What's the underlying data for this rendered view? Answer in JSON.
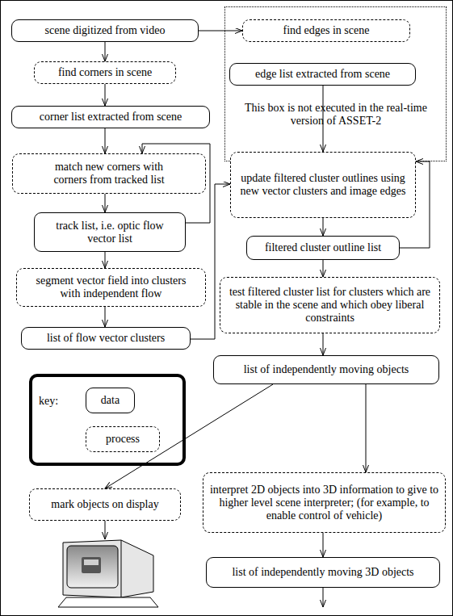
{
  "diagram": {
    "nodes": [
      {
        "text": [
          "scene digitized from video"
        ]
      },
      {
        "text": [
          "This box is not executed in the real-time version of ASSET-2"
        ]
      },
      {
        "text": [
          "find edges in scene"
        ],
        "in": 1
      },
      {
        "text": [
          "edge list extracted from scene"
        ],
        "in": 1
      },
      {
        "text": [
          "find corners in scene"
        ]
      },
      {
        "text": [
          "corner list extracted from scene"
        ]
      },
      {
        "text": [
          "match new corners with corners from tracked list"
        ]
      },
      {
        "text": [
          "track list, i.e. optic flow vector list"
        ]
      },
      {
        "text": [
          "update filtered cluster outlines using new vector clusters and image edges"
        ]
      },
      {
        "text": [
          "segment vector field into clusters with independent flow"
        ]
      },
      {
        "text": [
          "filtered cluster outline list"
        ]
      },
      {
        "text": [
          "list of flow vector clusters"
        ]
      },
      {
        "text": [
          "test filtered cluster list for clusters which are stable in the scene and which obey liberal constraints"
        ]
      },
      {
        "text": [
          "list of independently moving objects"
        ]
      },
      {
        "text": [
          "mark objects on display"
        ]
      },
      {
        "text": [
          "interpret 2D objects into 3D information to give to higher level scene interpreter; (for example, to enable control of vehicle)"
        ]
      },
      {
        "text": [
          "list of independently moving 3D objects"
        ]
      }
    ],
    "edges": [
      {
        "from": 0,
        "to": 2,
        "arrow": "to"
      },
      {
        "from": 0,
        "to": 4,
        "arrow": "to"
      },
      {
        "from": 4,
        "to": 5,
        "arrow": "to"
      },
      {
        "from": 5,
        "to": 6,
        "arrow": "to"
      },
      {
        "from": 6,
        "to": 7,
        "arrow": "to"
      },
      {
        "from": 7,
        "to": 6,
        "arrow": "to"
      },
      {
        "from": 7,
        "to": 9,
        "arrow": "to"
      },
      {
        "from": 9,
        "to": 11,
        "arrow": "to"
      },
      {
        "from": 11,
        "to": 8,
        "arrow": "to"
      },
      {
        "from": 3,
        "to": 8,
        "arrow": "to"
      },
      {
        "from": 8,
        "to": 10,
        "arrow": "to"
      },
      {
        "from": 10,
        "to": 8,
        "arrow": "to"
      },
      {
        "from": 10,
        "to": 12,
        "arrow": "to"
      },
      {
        "from": 12,
        "to": 13,
        "arrow": "to"
      },
      {
        "from": 13,
        "to": 14,
        "arrow": "to"
      },
      {
        "from": 13,
        "to": 15,
        "arrow": "to"
      },
      {
        "from": 15,
        "to": 16,
        "arrow": "to"
      }
    ],
    "labels": [
      "key:"
    ],
    "legend": [
      {
        "text": "data"
      },
      {
        "text": "process"
      }
    ]
  }
}
